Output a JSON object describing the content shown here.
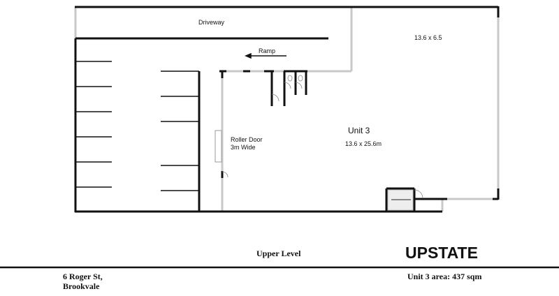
{
  "plan": {
    "driveway": "Driveway",
    "ramp": "Ramp",
    "room_dims": "13.6 x 6.5",
    "roller_door_line1": "Roller Door",
    "roller_door_line2": "3m Wide",
    "unit_name": "Unit 3",
    "unit_dims": "13.6 x 25.6m"
  },
  "footer": {
    "level": "Upper Level",
    "logo": "UPSTATE",
    "address_line1": "6 Roger St,",
    "address_line2": "Brookvale",
    "area": "Unit 3 area: 437 sqm"
  }
}
